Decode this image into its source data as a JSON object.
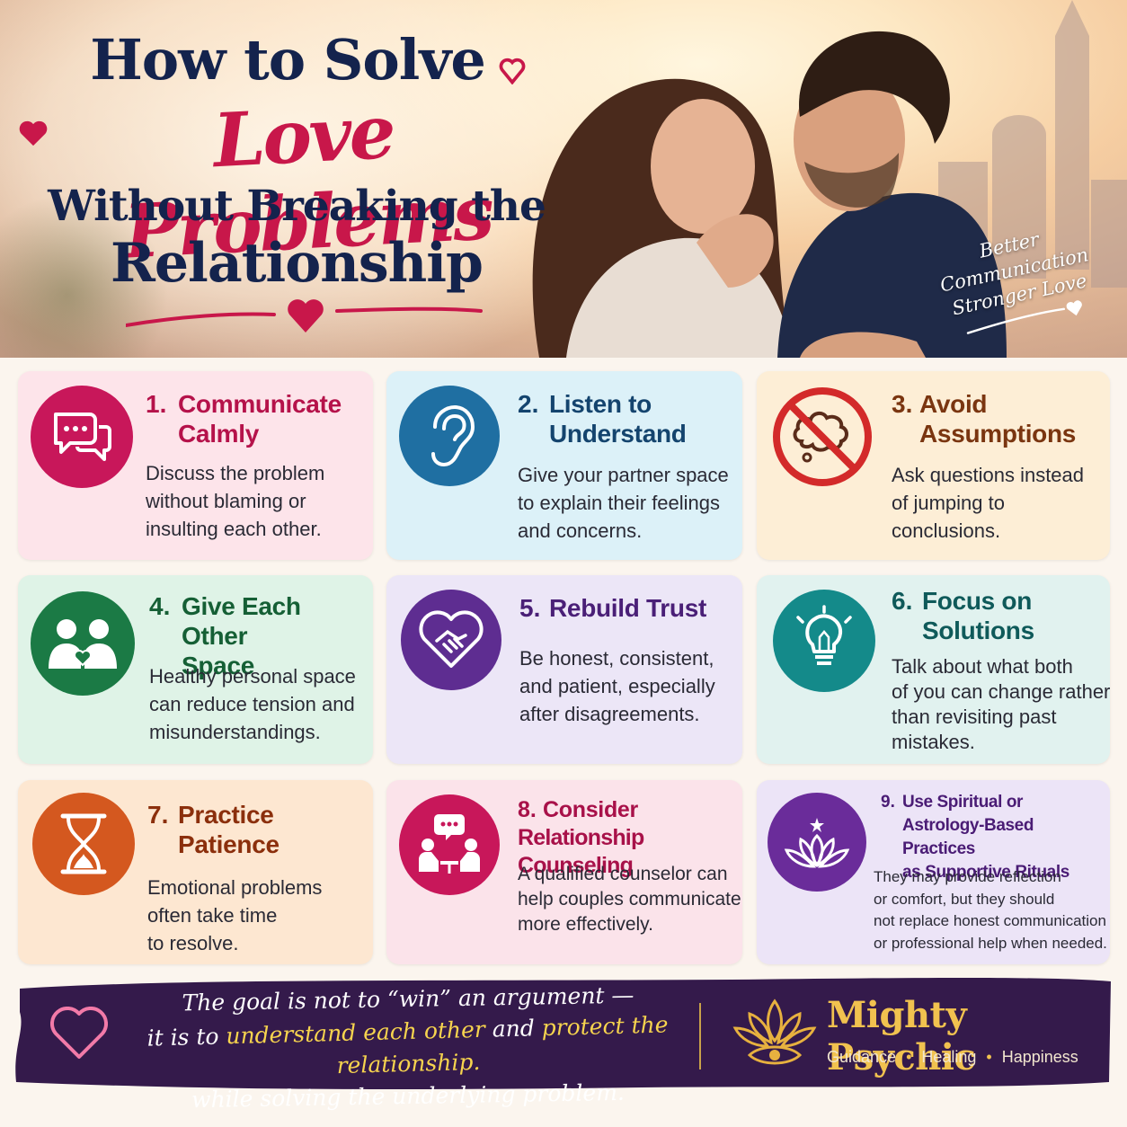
{
  "hero": {
    "title_line1": "How to Solve",
    "title_line2": "Love Problems",
    "title_line3": "Without Breaking the",
    "title_line4": "Relationship",
    "badge": [
      "Better",
      "Communication",
      "Stronger Love"
    ]
  },
  "tips": [
    {
      "number": "1.",
      "title": [
        "Communicate",
        "Calmly"
      ],
      "description": [
        "Discuss the problem",
        "without blaming or",
        "insulting each other."
      ],
      "icon": "chat-bubbles-icon",
      "color": "#c8175a"
    },
    {
      "number": "2.",
      "title": [
        "Listen to",
        "Understand"
      ],
      "description": [
        "Give your partner space",
        "to explain their feelings",
        "and concerns."
      ],
      "icon": "ear-icon",
      "color": "#1f6fa2"
    },
    {
      "number": "3.",
      "title": [
        "Avoid",
        "Assumptions"
      ],
      "description": [
        "Ask questions instead",
        "of jumping to",
        "conclusions."
      ],
      "icon": "no-thought-cloud-icon",
      "color": "#d32a2a"
    },
    {
      "number": "4.",
      "title": [
        "Give Each Other",
        "Space"
      ],
      "description": [
        "Healthy personal space",
        "can reduce tension and",
        "misunderstandings."
      ],
      "icon": "two-people-heart-icon",
      "color": "#1b7a45"
    },
    {
      "number": "5.",
      "title": [
        "Rebuild Trust"
      ],
      "description": [
        "Be honest, consistent,",
        "and patient, especially",
        "after disagreements."
      ],
      "icon": "handshake-heart-icon",
      "color": "#5e2d91"
    },
    {
      "number": "6.",
      "title": [
        "Focus on",
        "Solutions"
      ],
      "description": [
        "Talk about what both",
        "of you can change rather",
        "than revisiting past",
        "mistakes."
      ],
      "icon": "lightbulb-icon",
      "color": "#148a8a"
    },
    {
      "number": "7.",
      "title": [
        "Practice",
        "Patience"
      ],
      "description": [
        "Emotional problems",
        "often take time",
        "to resolve."
      ],
      "icon": "hourglass-icon",
      "color": "#d4581f"
    },
    {
      "number": "8.",
      "title": [
        "Consider",
        "Relationship Counseling"
      ],
      "description": [
        "A qualified counselor can",
        "help couples communicate",
        "more effectively."
      ],
      "icon": "counseling-icon",
      "color": "#c8175a"
    },
    {
      "number": "9.",
      "title": [
        "Use Spiritual or",
        "Astrology-Based Practices",
        "as Supportive Rituals"
      ],
      "description": [
        "They may provide reflection",
        "or comfort, but they should",
        "not replace honest communication",
        "or professional help when needed."
      ],
      "icon": "lotus-icon",
      "color": "#6a2c9a"
    }
  ],
  "banner": {
    "line1": "The goal is not to “win” an argument —",
    "line2_pre": "it is to ",
    "line2_hl1": "understand each other",
    "line2_mid": " and ",
    "line2_hl2": "protect the relationship.",
    "line3": "while solving the underlying problem."
  },
  "brand": {
    "name": "Mighty Psychic",
    "tagline": [
      "Guidance",
      "Healing",
      "Happiness"
    ],
    "separator": "•"
  },
  "colors": {
    "navy": "#14234d",
    "accent": "#c8174a",
    "banner_bg": "#341a4b",
    "gold": "#f1c24f"
  }
}
